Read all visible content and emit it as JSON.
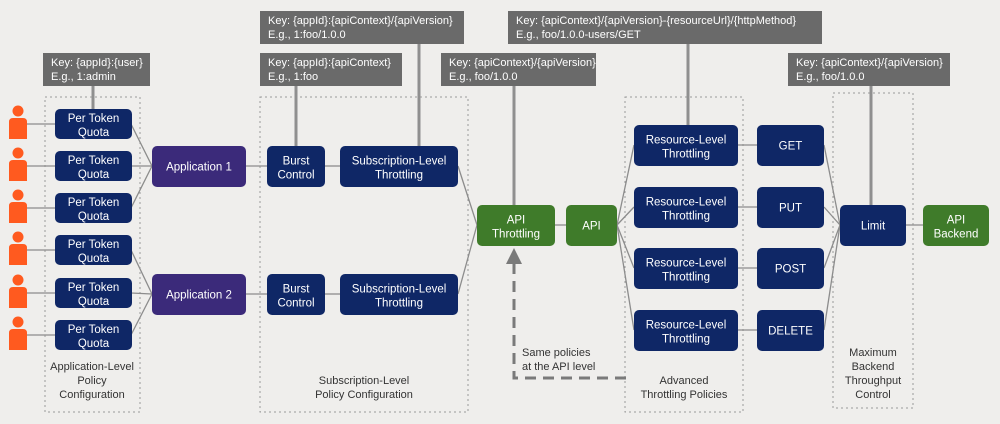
{
  "colors": {
    "background": "#efeeec",
    "navy": "#0f2766",
    "purple": "#3b2a7a",
    "green": "#3f7b2a",
    "user": "#ff5a1f",
    "callout": "#6a6a6a",
    "line": "#8c8c8c",
    "dashed": "#7a7a7a"
  },
  "users": [
    {
      "icon": "user-icon"
    },
    {
      "icon": "user-icon"
    },
    {
      "icon": "user-icon"
    },
    {
      "icon": "user-icon"
    },
    {
      "icon": "user-icon"
    },
    {
      "icon": "user-icon"
    }
  ],
  "token_quotas": [
    {
      "line1": "Per Token",
      "line2": "Quota"
    },
    {
      "line1": "Per Token",
      "line2": "Quota"
    },
    {
      "line1": "Per Token",
      "line2": "Quota"
    },
    {
      "line1": "Per Token",
      "line2": "Quota"
    },
    {
      "line1": "Per Token",
      "line2": "Quota"
    },
    {
      "line1": "Per Token",
      "line2": "Quota"
    }
  ],
  "applications": [
    {
      "label": "Application 1"
    },
    {
      "label": "Application 2"
    }
  ],
  "burst_controls": [
    {
      "line1": "Burst",
      "line2": "Control"
    },
    {
      "line1": "Burst",
      "line2": "Control"
    }
  ],
  "subscription_throttles": [
    {
      "line1": "Subscription-Level",
      "line2": "Throttling"
    },
    {
      "line1": "Subscription-Level",
      "line2": "Throttling"
    }
  ],
  "api_throttling": {
    "line1": "API",
    "line2": "Throttling"
  },
  "api": {
    "label": "API"
  },
  "resource_throttles": [
    {
      "line1": "Resource-Level",
      "line2": "Throttling"
    },
    {
      "line1": "Resource-Level",
      "line2": "Throttling"
    },
    {
      "line1": "Resource-Level",
      "line2": "Throttling"
    },
    {
      "line1": "Resource-Level",
      "line2": "Throttling"
    }
  ],
  "methods": [
    {
      "label": "GET"
    },
    {
      "label": "PUT"
    },
    {
      "label": "POST"
    },
    {
      "label": "DELETE"
    }
  ],
  "limit": {
    "label": "Limit"
  },
  "api_backend": {
    "line1": "API",
    "line2": "Backend"
  },
  "keys": [
    {
      "line1": "Key: {appId}:{user}",
      "line2": "E.g., 1:admin"
    },
    {
      "line1": "Key: {appId}:{apiContext}",
      "line2": "E.g., 1:foo"
    },
    {
      "line1": "Key: {appId}:{apiContext}/{apiVersion}",
      "line2": "E.g., 1:foo/1.0.0"
    },
    {
      "line1": "Key: {apiContext}/{apiVersion}",
      "line2": "E.g., foo/1.0.0"
    },
    {
      "line1": "Key: {apiContext}/{apiVersion}-{resourceUrl}/{httpMethod}",
      "line2": "E.g., foo/1.0.0-users/GET"
    },
    {
      "line1": "Key: {apiContext}/{apiVersion}",
      "line2": "E.g., foo/1.0.0"
    }
  ],
  "groups": {
    "application_policy": {
      "line1": "Application-Level",
      "line2": "Policy",
      "line3": "Configuration"
    },
    "subscription_policy": {
      "line1": "Subscription-Level",
      "line2": "Policy Configuration"
    },
    "advanced_policies": {
      "line1": "Advanced",
      "line2": "Throttling Policies"
    },
    "backend_throughput": {
      "line1": "Maximum",
      "line2": "Backend",
      "line3": "Throughput",
      "line4": "Control"
    }
  },
  "same_policies_note": {
    "line1": "Same policies",
    "line2": "at the API level"
  }
}
